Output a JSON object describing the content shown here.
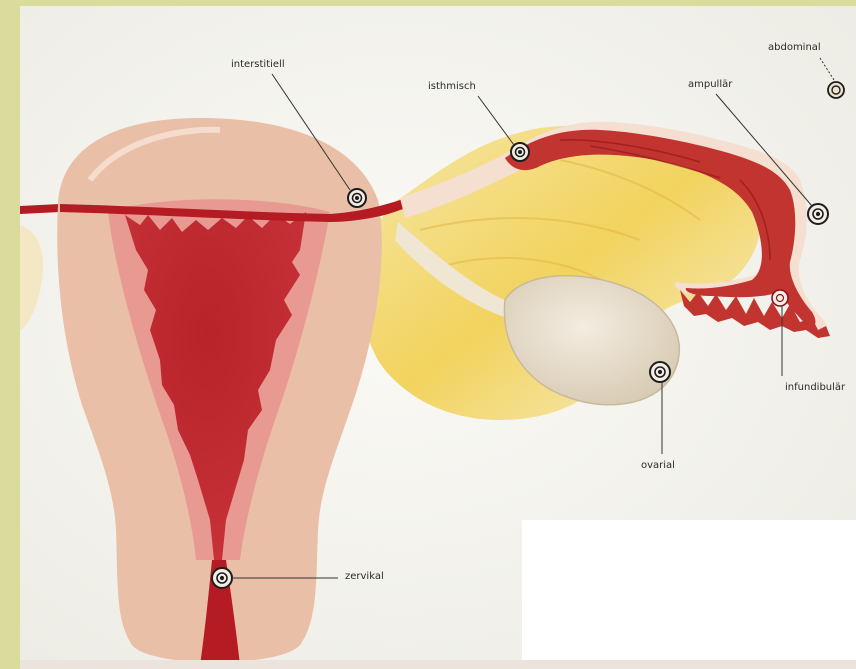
{
  "labels": {
    "interstitiell": "interstitiell",
    "isthmisch": "isthmisch",
    "ampullaer": "ampullär",
    "abdominal": "abdominal",
    "infundibulaer": "infundibulär",
    "ovarial": "ovarial",
    "zervikal": "zervikal"
  },
  "colors": {
    "border": "#d9dc9a",
    "uterus_wall": "#e9b8a6",
    "endometrium": "#e78a86",
    "blood": "#b41b23",
    "ovary": "#e8dcc8",
    "ligament": "#f1d36a"
  }
}
